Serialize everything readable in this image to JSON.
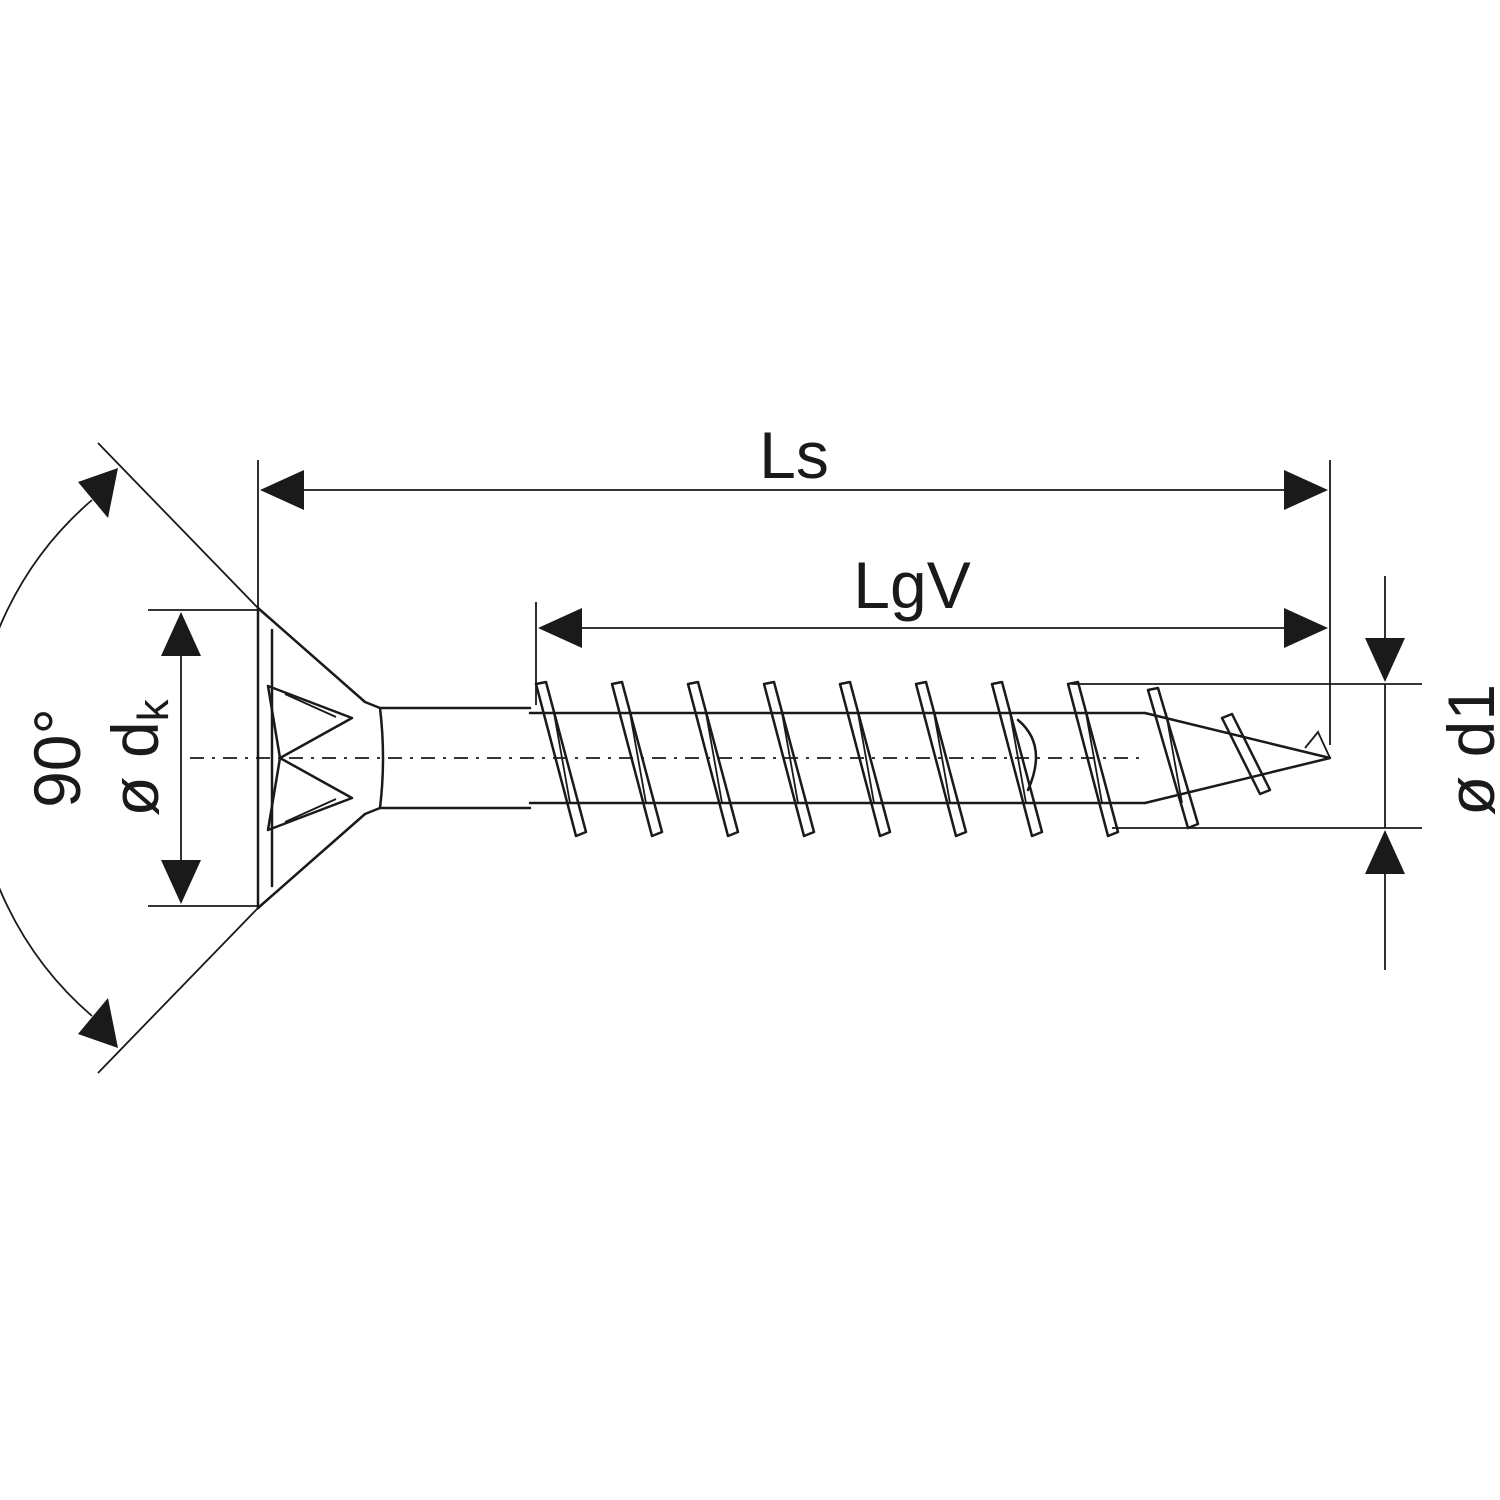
{
  "diagram": {
    "labels": {
      "overall_length": "Ls",
      "thread_length": "LgV",
      "thread_diameter": "ø d1",
      "head_diameter_prefix": "ø d",
      "head_diameter_subscript": "k",
      "head_angle": "90°"
    },
    "colors": {
      "line": "#1a1a1a",
      "background": "#ffffff"
    }
  }
}
